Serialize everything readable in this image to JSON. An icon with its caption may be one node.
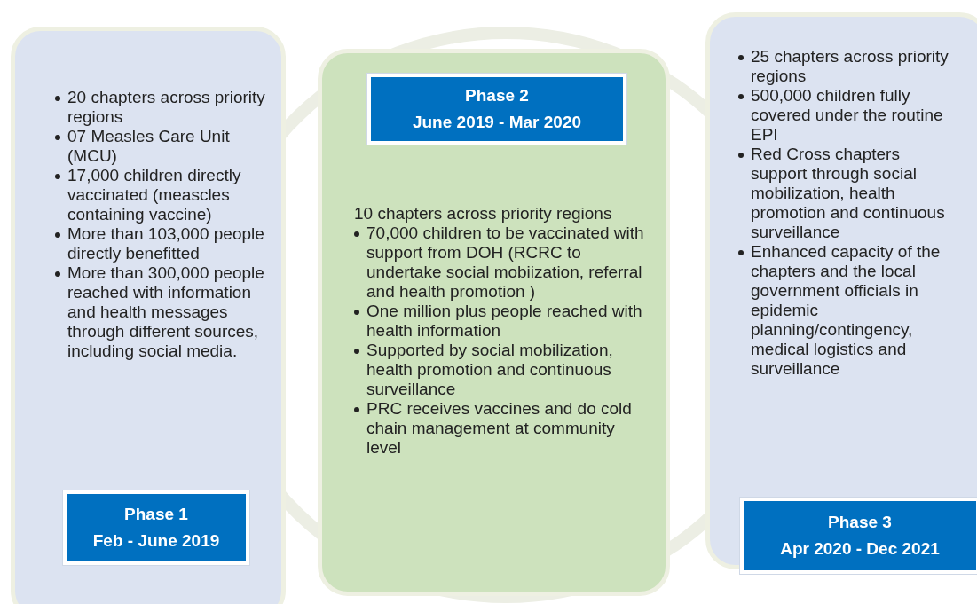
{
  "diagram": {
    "nodes": [
      {
        "text": [
          "20 chapters across priority regions",
          "07 Measles Care Unit (MCU)",
          "17,000 children directly vaccinated (meascles containing vaccine)",
          "More than 103,000 people directly benefitted",
          "More than 300,000 people reached with information and health messages through different sources, including social media."
        ]
      },
      {
        "text": [
          "Phase 1",
          "Feb - June 2019"
        ],
        "in": 0
      },
      {
        "text": [
          "10 chapters across priority regions",
          "70,000 children to be vaccinated with support from DOH (RCRC to undertake social mobiization, referral and health promotion )",
          "One million plus people reached with health information",
          "Supported by social mobilization, health promotion and continuous surveillance",
          "PRC receives vaccines and do cold chain management at community level"
        ]
      },
      {
        "text": [
          "Phase 2",
          "June 2019 - Mar 2020"
        ],
        "in": 2
      },
      {
        "text": [
          "25 chapters across priority regions",
          "500,000 children fully covered under the routine EPI",
          "Red Cross chapters support through social mobilization, health promotion and continuous surveillance",
          "Enhanced capacity of the chapters and the local government officials in epidemic planning/contingency, medical logistics and surveillance"
        ]
      },
      {
        "text": [
          "Phase 3",
          "Apr 2020 - Dec 2021"
        ],
        "in": 4
      }
    ],
    "edges": []
  }
}
